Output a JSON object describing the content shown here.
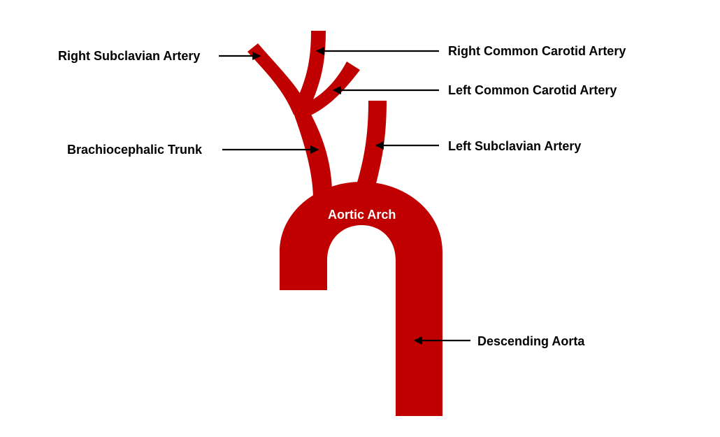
{
  "colors": {
    "vessel": "#c00000",
    "pointer": "#000000",
    "background": "#ffffff",
    "inner_label": "#ffffff"
  },
  "labels": {
    "right_subclavian": "Right Subclavian Artery",
    "right_common_carotid": "Right Common Carotid Artery",
    "left_common_carotid": "Left Common Carotid Artery",
    "brachiocephalic_trunk": "Brachiocephalic Trunk",
    "left_subclavian": "Left Subclavian Artery",
    "aortic_arch": "Aortic Arch",
    "descending_aorta": "Descending Aorta"
  }
}
